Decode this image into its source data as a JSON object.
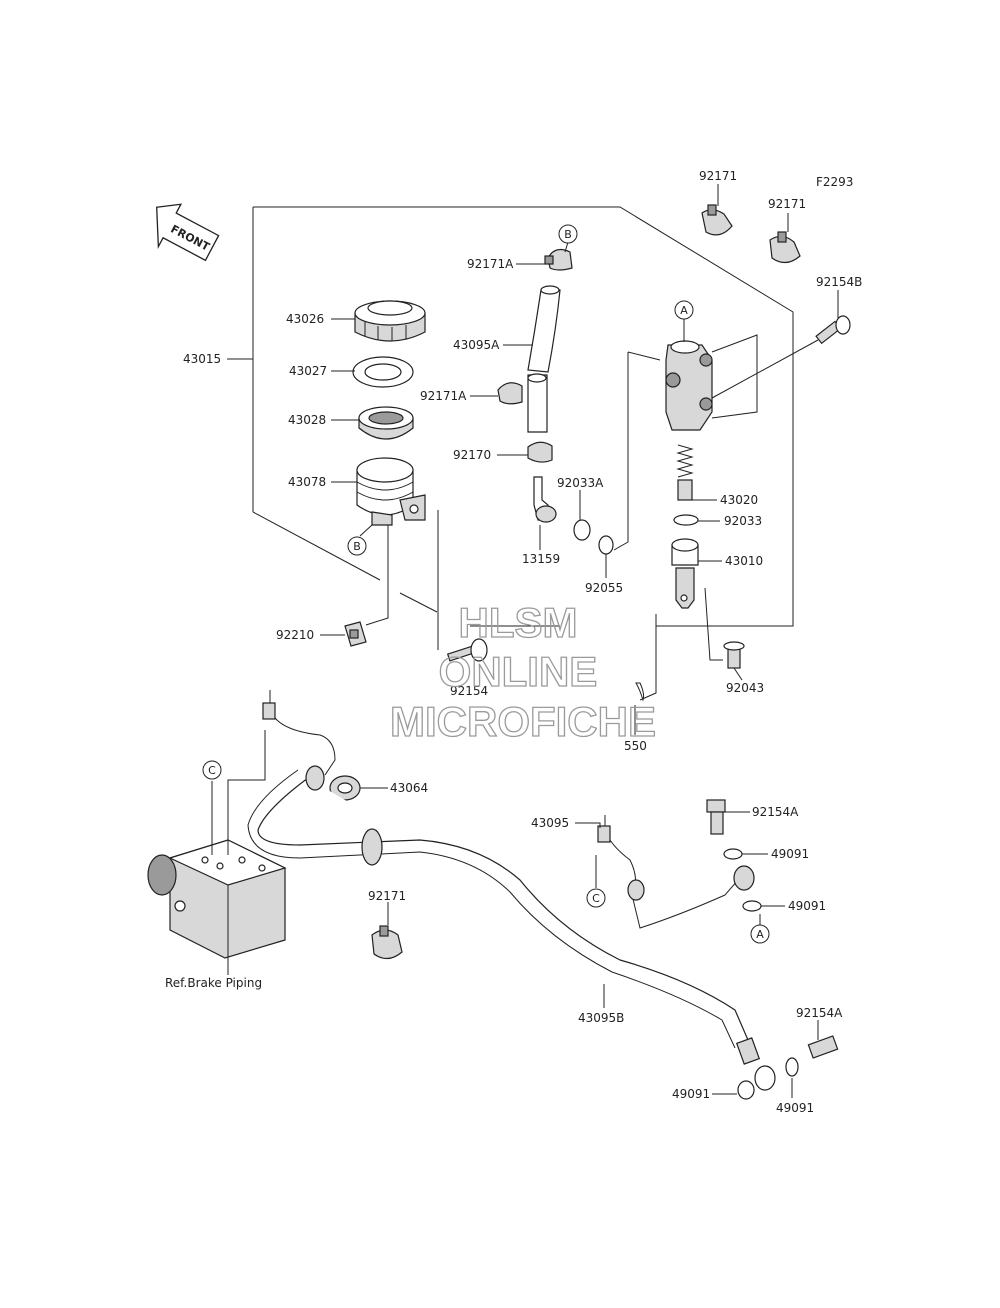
{
  "figure_code": "F2293",
  "front_label": "FRONT",
  "ref_label": "Ref.Brake Piping",
  "watermark": [
    "HLSM",
    "ONLINE",
    "MICROFICHE"
  ],
  "callouts": {
    "a": "A",
    "b": "B",
    "c": "C"
  },
  "parts": {
    "p92171_top1": "92171",
    "p92171_top2": "92171",
    "p92154B": "92154B",
    "p92171A_top": "92171A",
    "p43026": "43026",
    "p43095A": "43095A",
    "p43015": "43015",
    "p43027": "43027",
    "p92171A_mid": "92171A",
    "p43028": "43028",
    "p92170": "92170",
    "p92033A": "92033A",
    "p43078": "43078",
    "p43020": "43020",
    "p92033": "92033",
    "p13159": "13159",
    "p43010": "43010",
    "p92055": "92055",
    "p92210": "92210",
    "p92043": "92043",
    "p92154": "92154",
    "p550": "550",
    "p43064": "43064",
    "p92154A_mid": "92154A",
    "p43095": "43095",
    "p49091_mid1": "49091",
    "p49091_mid2": "49091",
    "p92171_low": "92171",
    "p43095B": "43095B",
    "p92154A_low": "92154A",
    "p49091_low1": "49091",
    "p49091_low2": "49091"
  }
}
